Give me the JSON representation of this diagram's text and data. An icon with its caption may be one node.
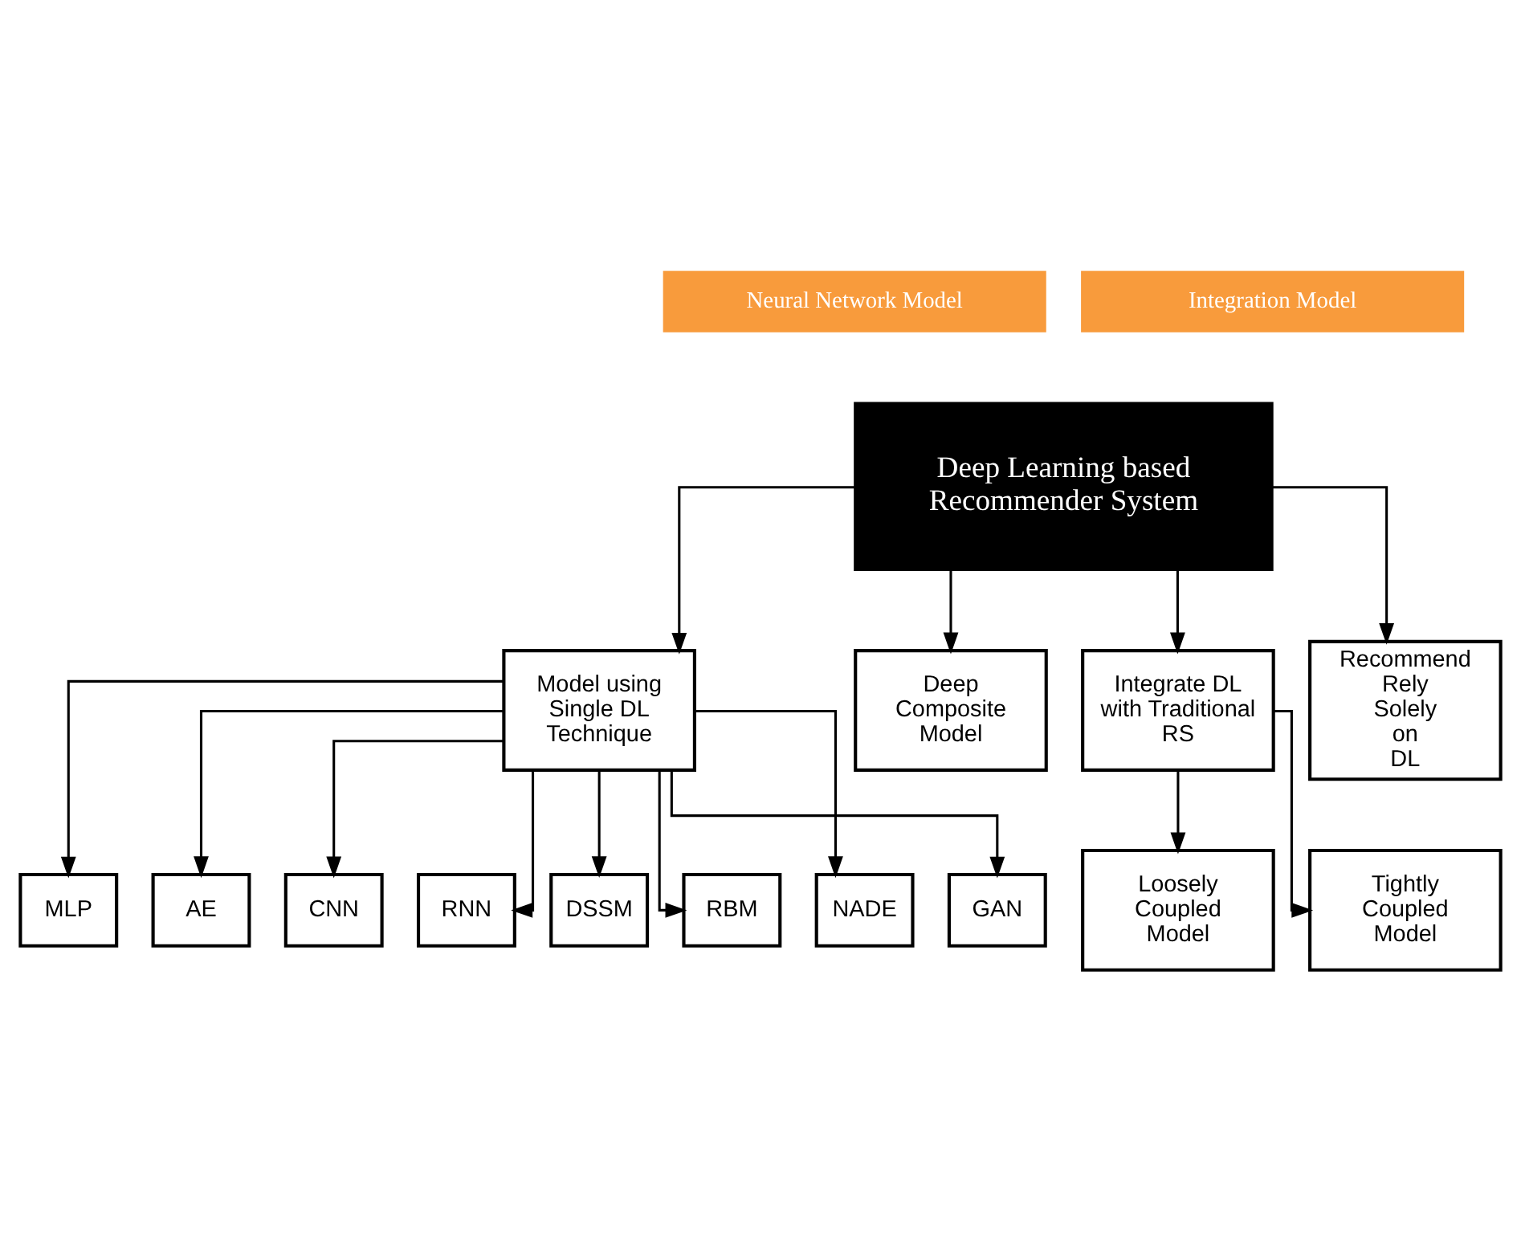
{
  "diagram": {
    "nodes": [
      {
        "text": [
          "Neural Network Model"
        ]
      },
      {
        "text": [
          "Integration Model"
        ]
      },
      {
        "text": [
          "Deep Learning based Recommender System"
        ]
      },
      {
        "text": [
          "MLP"
        ]
      },
      {
        "text": [
          "AE"
        ]
      },
      {
        "text": [
          "CNN"
        ]
      },
      {
        "text": [
          "RNN"
        ]
      },
      {
        "text": [
          "DSSM"
        ]
      },
      {
        "text": [
          "RBM"
        ]
      },
      {
        "text": [
          "NADE"
        ]
      },
      {
        "text": [
          "GAN"
        ]
      },
      {
        "text": [
          "Model using Single DL Technique"
        ]
      },
      {
        "text": [
          "Deep Composite Model"
        ]
      },
      {
        "text": [
          "Integrate DL with Traditional RS"
        ]
      },
      {
        "text": [
          "Recommend Rely Solely on DL"
        ]
      },
      {
        "text": [
          "Loosely Coupled Model"
        ]
      },
      {
        "text": [
          "Tightly Coupled Model"
        ]
      }
    ],
    "edges": [
      {
        "from": 11,
        "to": 3,
        "arrow": "to"
      },
      {
        "from": 11,
        "to": 4,
        "arrow": "to"
      },
      {
        "from": 11,
        "to": 5,
        "arrow": "to"
      },
      {
        "from": 11,
        "to": 6,
        "arrow": "to"
      },
      {
        "from": 11,
        "to": 7,
        "arrow": "to"
      },
      {
        "from": 11,
        "to": 8,
        "arrow": "to"
      },
      {
        "from": 11,
        "to": 9,
        "arrow": "to"
      },
      {
        "from": 11,
        "to": 10,
        "arrow": "to"
      },
      {
        "from": 2,
        "to": 11,
        "arrow": "to"
      },
      {
        "from": 2,
        "to": 12,
        "arrow": "to"
      },
      {
        "from": 2,
        "to": 13,
        "arrow": "to"
      },
      {
        "from": 2,
        "to": 14,
        "arrow": "to"
      },
      {
        "from": 13,
        "to": 15,
        "arrow": "to"
      },
      {
        "from": 13,
        "to": 16,
        "arrow": "to"
      }
    ]
  }
}
